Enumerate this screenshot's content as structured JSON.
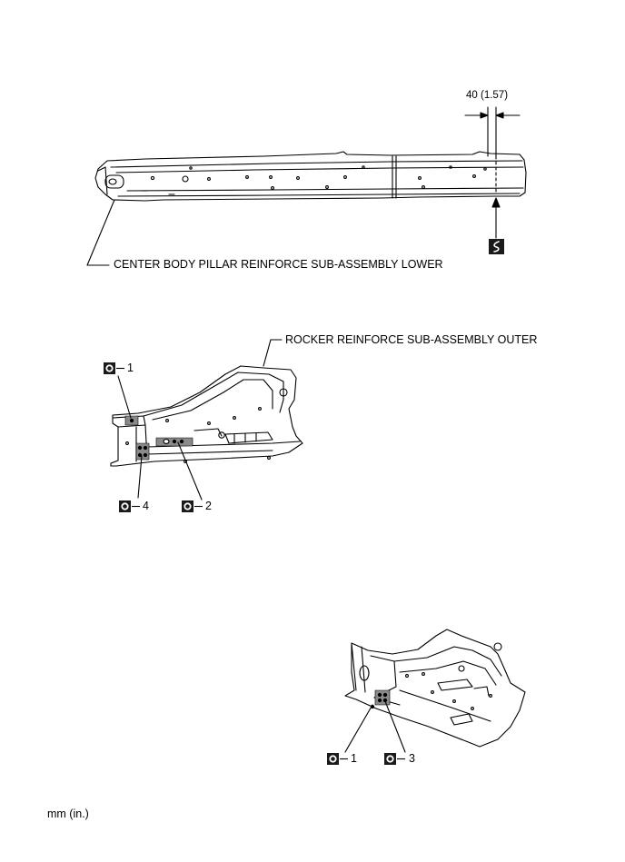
{
  "dimension_label": "40 (1.57)",
  "part_labels": {
    "center_pillar": "CENTER BODY PILLAR REINFORCE SUB-ASSEMBLY LOWER",
    "rocker_outer": "ROCKER REINFORCE SUB-ASSEMBLY OUTER"
  },
  "weld_callouts": {
    "mid_1": "1",
    "mid_4": "4",
    "mid_2": "2",
    "bottom_1": "1",
    "bottom_3": "3"
  },
  "units_note": "mm (in.)",
  "colors": {
    "line": "#000000",
    "symbol_fill": "#1a1a1a",
    "weld_shade": "#8a8a8a"
  }
}
